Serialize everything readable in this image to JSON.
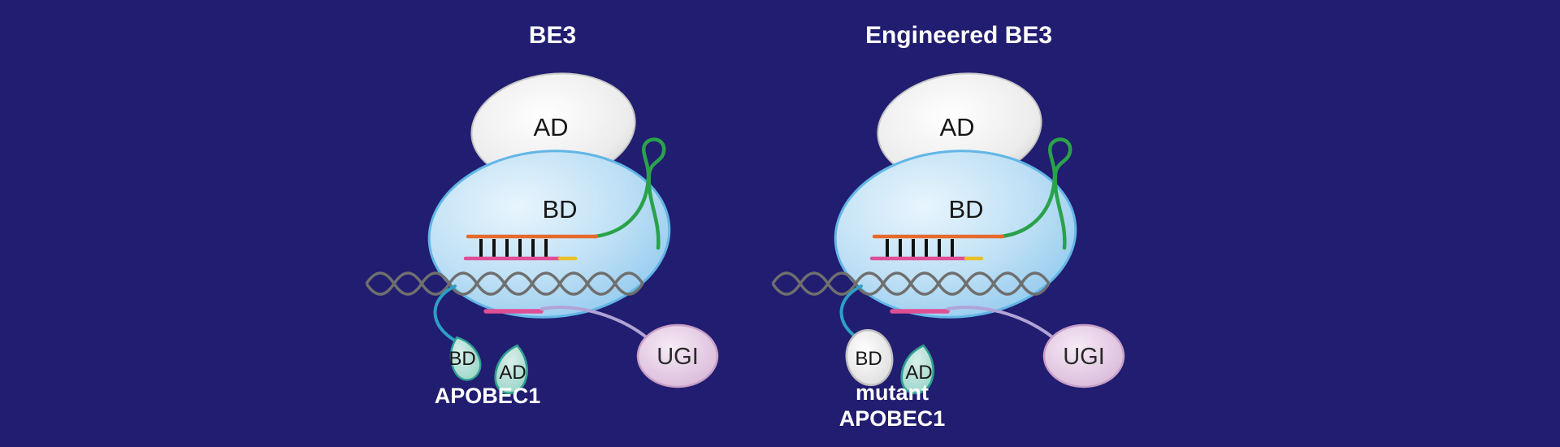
{
  "panels": {
    "left": {
      "title": "BE3",
      "ad_label": "AD",
      "bd_label": "BD",
      "apobec_bd_label": "BD",
      "apobec_ad_label": "AD",
      "apobec_name": "APOBEC1",
      "ugi_label": "UGI"
    },
    "right": {
      "title": "Engineered BE3",
      "ad_label": "AD",
      "bd_label": "BD",
      "apobec_bd_label": "BD",
      "apobec_ad_label": "AD",
      "apobec_name_line1": "mutant",
      "apobec_name_line2": "APOBEC1",
      "ugi_label": "UGI"
    }
  },
  "colors": {
    "background": "#211d70",
    "cas9_stroke": "#62b6e6",
    "cas9_fill": "#bfe0f5",
    "ad_domain_fill": "#e9e9e9",
    "sgrna_green": "#2aa24b",
    "guide_orange": "#e66a2c",
    "dna_gray": "#6f6f6f",
    "target_pink": "#e04f96",
    "pam_yellow": "#e8c129",
    "linker_cyan": "#2e9fc4",
    "linker_lavender": "#b0a3d6",
    "apobec_teal_fill": "#9fd6ca",
    "apobec_teal_stroke": "#2f9e8f",
    "mutant_gray_fill": "#ededed",
    "ugi_fill": "#ddc0dd",
    "title_text": "#ffffff",
    "label_text": "#161616"
  }
}
